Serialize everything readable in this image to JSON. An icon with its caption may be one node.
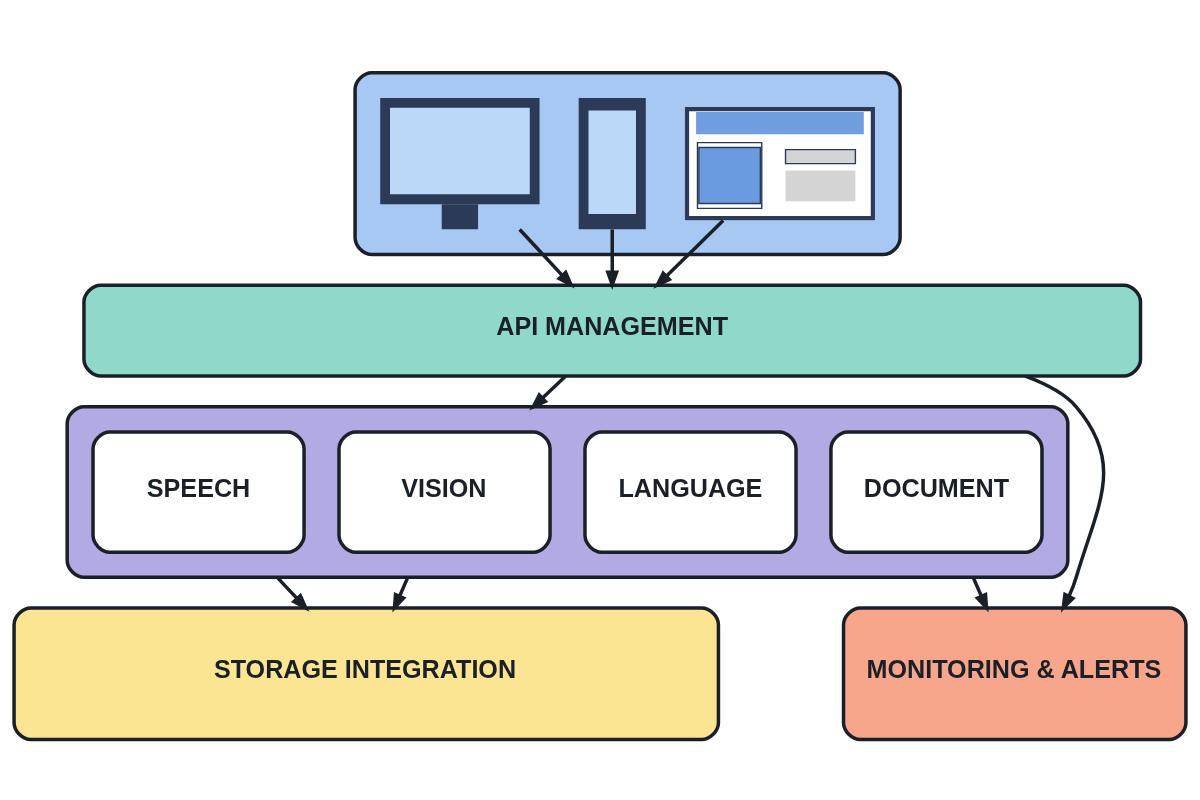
{
  "diagram": {
    "nodes": [
      {
        "text": [],
        "shape": "box"
      },
      {
        "text": [],
        "shape": "picture",
        "in": 0
      },
      {
        "text": [],
        "shape": "picture",
        "in": 0
      },
      {
        "text": [],
        "shape": "picture",
        "in": 0
      },
      {
        "text": [
          "API MANAGEMENT"
        ]
      },
      {
        "text": [],
        "shape": "box"
      },
      {
        "text": [
          "SPEECH"
        ],
        "in": 5
      },
      {
        "text": [
          "VISION"
        ],
        "in": 5
      },
      {
        "text": [
          "LANGUAGE"
        ],
        "in": 5
      },
      {
        "text": [
          "DOCUMENT"
        ],
        "in": 5
      },
      {
        "text": [
          "STORAGE INTEGRATION"
        ]
      },
      {
        "text": [
          "MONITORING & ALERTS"
        ]
      }
    ],
    "edges": [
      {
        "from": 1,
        "to": 4,
        "arrow": "to"
      },
      {
        "from": 2,
        "to": 4,
        "arrow": "to"
      },
      {
        "from": 3,
        "to": 4,
        "arrow": "to"
      },
      {
        "from": 4,
        "to": 5,
        "arrow": "to"
      },
      {
        "from": 4,
        "to": 11,
        "arrow": "to"
      },
      {
        "from": 5,
        "to": 10,
        "arrow": "to"
      },
      {
        "from": 5,
        "to": 10,
        "arrow": "to"
      },
      {
        "from": 5,
        "to": 11,
        "arrow": "to"
      }
    ]
  }
}
